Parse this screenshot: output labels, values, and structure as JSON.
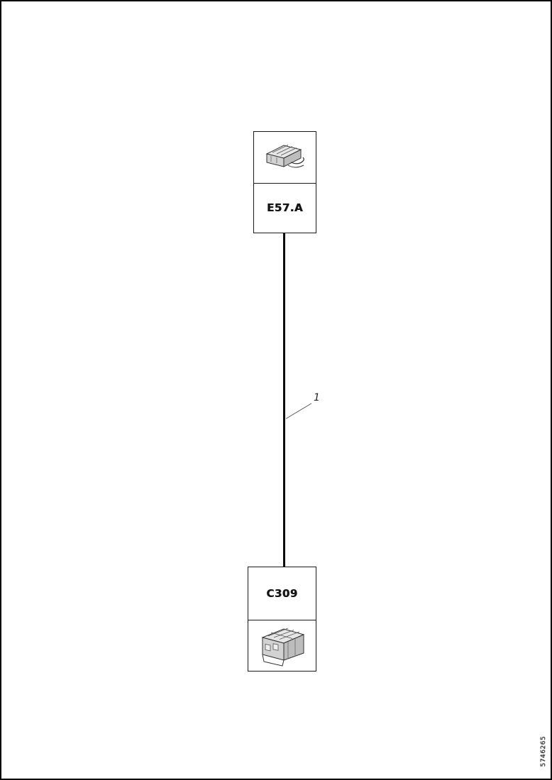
{
  "diagram": {
    "top_connector": {
      "label": "E57.A"
    },
    "bottom_connector": {
      "label": "C309"
    },
    "wire": {
      "callout": "1"
    },
    "footer": {
      "doc_number": "5746265"
    },
    "colors": {
      "line": "#0a0a0a",
      "connector_fill_light": "#e6e6e6",
      "connector_fill_mid": "#d2d2d2",
      "connector_fill_dark": "#bdbdbd"
    }
  }
}
